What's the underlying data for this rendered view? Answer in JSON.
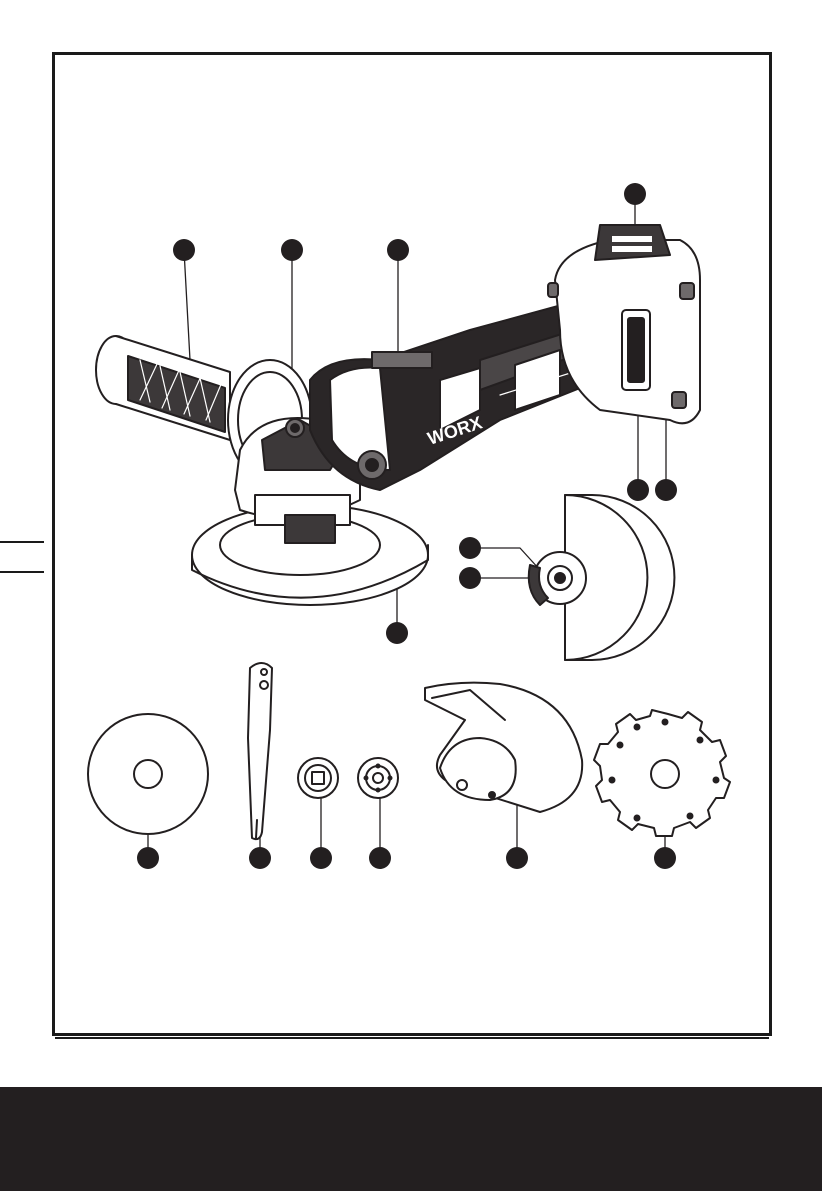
{
  "brand": {
    "logo_text": "WORX"
  },
  "colors": {
    "ink": "#231f20",
    "paper": "#ffffff",
    "tool_body": "#2a2627",
    "tool_mid": "#6e6a6b",
    "tool_light": "#d9d7d7"
  },
  "callouts": [
    {
      "id": "c1",
      "label": ""
    },
    {
      "id": "c2",
      "label": ""
    },
    {
      "id": "c3",
      "label": ""
    },
    {
      "id": "c4",
      "label": ""
    },
    {
      "id": "c5",
      "label": ""
    },
    {
      "id": "c6",
      "label": ""
    },
    {
      "id": "c7",
      "label": ""
    },
    {
      "id": "c8",
      "label": ""
    },
    {
      "id": "c9",
      "label": ""
    },
    {
      "id": "c10",
      "label": ""
    },
    {
      "id": "c11",
      "label": ""
    },
    {
      "id": "c12",
      "label": ""
    },
    {
      "id": "c13",
      "label": ""
    },
    {
      "id": "c14",
      "label": ""
    },
    {
      "id": "c15",
      "label": ""
    },
    {
      "id": "c16",
      "label": ""
    }
  ]
}
